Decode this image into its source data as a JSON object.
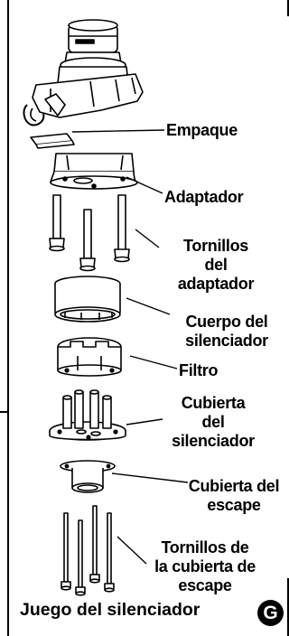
{
  "labels": {
    "gasket": "Empaque",
    "adapter": "Adaptador",
    "adapter_bolts": [
      "Tornillos",
      "del",
      "adaptador"
    ],
    "muffler_body": [
      "Cuerpo del",
      "silenciador"
    ],
    "filter": "Filtro",
    "muffler_cover": [
      "Cubierta",
      "del",
      "silenciador"
    ],
    "exhaust_cover": [
      "Cubierta del",
      "escape"
    ],
    "exhaust_cover_screws": [
      "Tornillos de",
      "la cubierta de",
      "escape"
    ]
  },
  "footer": {
    "title": "Juego del silenciador",
    "badge": "G"
  }
}
